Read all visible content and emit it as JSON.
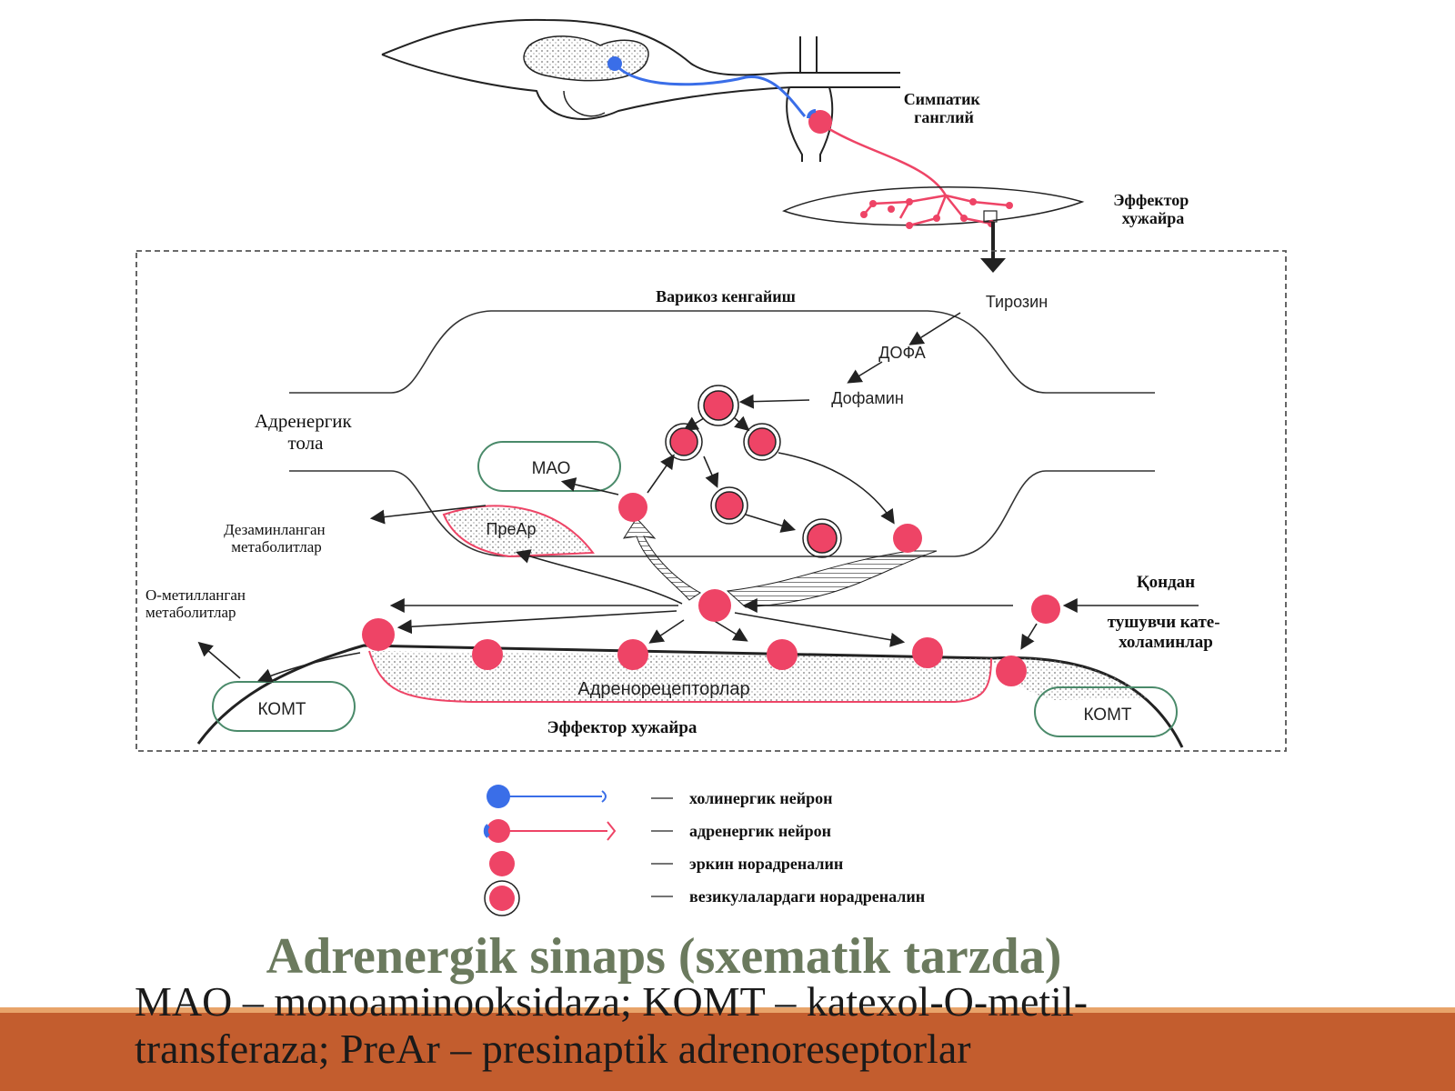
{
  "diagram": {
    "top_labels": {
      "sympathetic_ganglion": [
        "Симпатик",
        "ганглий"
      ],
      "effector_cell_top": [
        "Эффектор",
        "хужайра"
      ]
    },
    "inset": {
      "varicosity": "Варикоз кенгайиш",
      "tyrosine": "Тирозин",
      "dopa": "ДОФА",
      "dopamine": "Дофамин",
      "adrenergic_fiber": [
        "Адренергик",
        "тола"
      ],
      "mao": "МАО",
      "prear": "ПреАр",
      "deaminated": [
        "Дезаминланган",
        "метаболитлар"
      ],
      "o_methylated": [
        "О-метилланган",
        "метаболитлар"
      ],
      "from_blood": "Қондан",
      "circulating": [
        "тушувчи кате-",
        "холаминлар"
      ],
      "komt_left": "КОМТ",
      "komt_right": "КОМТ",
      "adrenoreceptors": "Адренорецепторлар",
      "effector_cell": "Эффектор хужайра"
    },
    "legend": [
      {
        "label": "холинергик нейрон",
        "icon": "cholinergic-neuron-icon"
      },
      {
        "label": "адренергик нейрон",
        "icon": "adrenergic-neuron-icon"
      },
      {
        "label": "эркин норадреналин",
        "icon": "free-noradrenaline-icon"
      },
      {
        "label": "везикулалардаги норадреналин",
        "icon": "vesicular-noradrenaline-icon"
      }
    ],
    "colors": {
      "noradrenaline": "#ee4466",
      "cholinergic": "#3a6ee8",
      "enzyme_outline": "#4a8a6a"
    }
  },
  "slide": {
    "title": "Adrenergik sinaps (sxematik tarzda)",
    "caption_line1": "MAO – monoaminooksidaza; KOMT – katexol-O-metil-",
    "caption_line2": "transferaza; PreAr – presinaptik adrenoreseptorlar",
    "accent_color": "#c35d2e"
  }
}
